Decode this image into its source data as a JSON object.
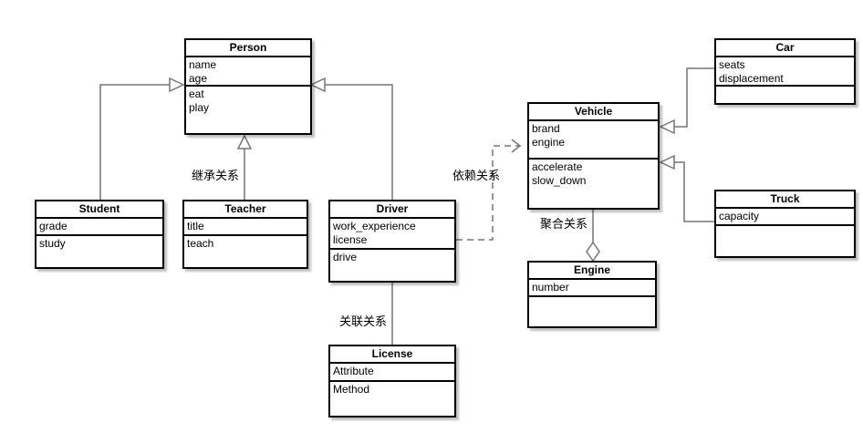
{
  "diagram": {
    "type": "uml-class-diagram",
    "classes": {
      "person": {
        "name": "Person",
        "attributes": [
          "name",
          "age"
        ],
        "methods": [
          "eat",
          "play"
        ]
      },
      "student": {
        "name": "Student",
        "attributes": [
          "grade"
        ],
        "methods": [
          "study"
        ]
      },
      "teacher": {
        "name": "Teacher",
        "attributes": [
          "title"
        ],
        "methods": [
          "teach"
        ]
      },
      "driver": {
        "name": "Driver",
        "attributes": [
          "work_experience",
          "license"
        ],
        "methods": [
          "drive"
        ]
      },
      "license": {
        "name": "License",
        "attributes": [
          "Attribute"
        ],
        "methods": [
          "Method"
        ]
      },
      "vehicle": {
        "name": "Vehicle",
        "attributes": [
          "brand",
          "engine"
        ],
        "methods": [
          "accelerate",
          "slow_down"
        ]
      },
      "car": {
        "name": "Car",
        "attributes": [
          "seats",
          "displacement"
        ],
        "methods": []
      },
      "truck": {
        "name": "Truck",
        "attributes": [
          "capacity"
        ],
        "methods": []
      },
      "engine": {
        "name": "Engine",
        "attributes": [
          "number"
        ],
        "methods": []
      }
    },
    "relationship_labels": {
      "inheritance": "继承关系",
      "dependency": "依赖关系",
      "association": "关联关系",
      "aggregation": "聚合关系"
    },
    "relationships": [
      {
        "from": "Student",
        "to": "Person",
        "kind": "generalization"
      },
      {
        "from": "Teacher",
        "to": "Person",
        "kind": "generalization"
      },
      {
        "from": "Driver",
        "to": "Person",
        "kind": "generalization"
      },
      {
        "from": "Driver",
        "to": "License",
        "kind": "association"
      },
      {
        "from": "Driver",
        "to": "Vehicle",
        "kind": "dependency"
      },
      {
        "from": "Vehicle",
        "to": "Engine",
        "kind": "aggregation"
      },
      {
        "from": "Car",
        "to": "Vehicle",
        "kind": "generalization"
      },
      {
        "from": "Truck",
        "to": "Vehicle",
        "kind": "generalization"
      }
    ],
    "colors": {
      "line": "#757575",
      "box_border": "#000000",
      "background": "#ffffff",
      "text": "#000000"
    }
  }
}
